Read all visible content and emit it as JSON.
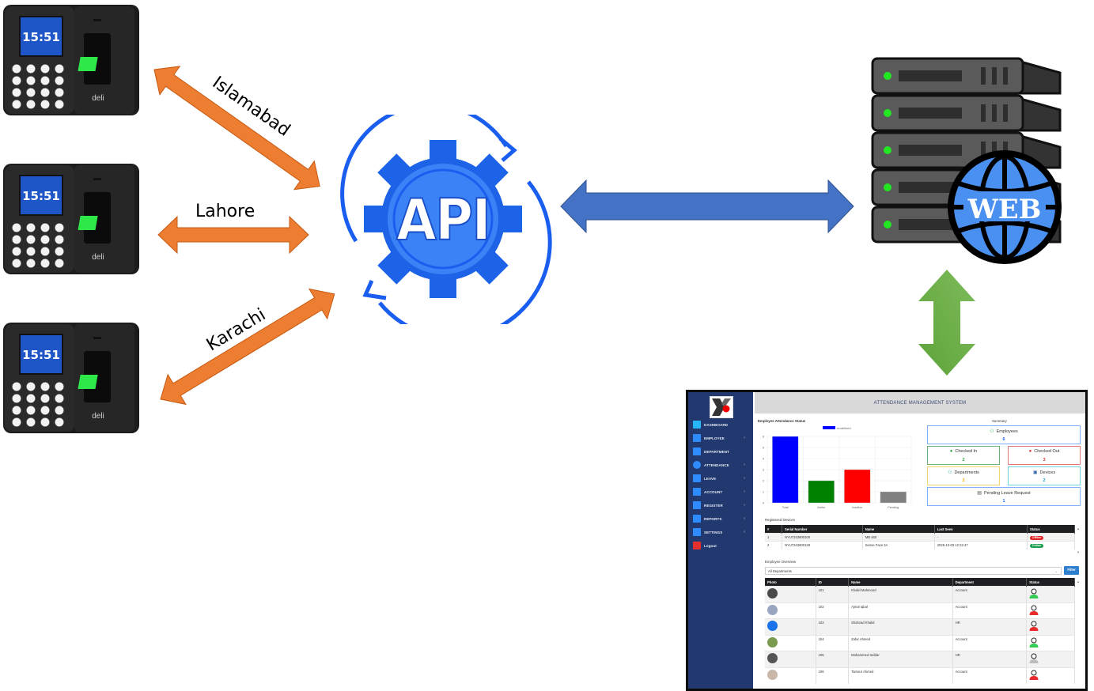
{
  "devices": [
    {
      "id": "islamabad",
      "time": "15:51",
      "brand": "deli"
    },
    {
      "id": "lahore",
      "time": "15:51",
      "brand": "deli"
    },
    {
      "id": "karachi",
      "time": "15:51",
      "brand": "deli"
    }
  ],
  "links": {
    "islamabad": "Islamabad",
    "lahore": "Lahore",
    "karachi": "Karachi"
  },
  "api": {
    "label": "API"
  },
  "server": {
    "label": "WEB"
  },
  "colors": {
    "orange_arrow": "#ed7d31",
    "blue_arrow": "#4472c4",
    "green_arrow": "#70ad47",
    "api_blue": "#1a5ef0",
    "sidebar": "#22396f"
  },
  "dashboard": {
    "title": "ATTENDANCE MANAGEMENT SYSTEM",
    "sidebar": [
      {
        "label": "DASHBOARD",
        "icon": "home-icon",
        "caret": false
      },
      {
        "label": "EMPLOYEE",
        "icon": "user-icon",
        "caret": true
      },
      {
        "label": "DEPARTMENT",
        "icon": "sitemap-icon",
        "caret": false
      },
      {
        "label": "ATTENDANCE",
        "icon": "clock-icon",
        "caret": true
      },
      {
        "label": "LEAVE",
        "icon": "calendar-icon",
        "caret": true
      },
      {
        "label": "ACCOUNT",
        "icon": "calculator-icon",
        "caret": true
      },
      {
        "label": "REGISTER",
        "icon": "edit-icon",
        "caret": true
      },
      {
        "label": "REPORTS",
        "icon": "report-icon",
        "caret": true
      },
      {
        "label": "SETTINGS",
        "icon": "gear-icon",
        "caret": true
      },
      {
        "label": "Logout",
        "icon": "logout-icon",
        "caret": false
      }
    ],
    "caret_glyph": "‹",
    "summary": {
      "title": "Summary",
      "employees": {
        "label": "Employees",
        "value": "6"
      },
      "checked_in": {
        "label": "Checked In",
        "value": "2"
      },
      "checked_out": {
        "label": "Checked Out",
        "value": "3"
      },
      "departments": {
        "label": "Departments",
        "value": "2"
      },
      "devices": {
        "label": "Devices",
        "value": "2"
      },
      "pending_leave": {
        "label": "Pending Leave Request",
        "value": "1"
      }
    },
    "devices_section": {
      "title": "Registered Devices",
      "headers": [
        "#",
        "Serial Number",
        "Name",
        "Last Seen",
        "Status"
      ],
      "rows": [
        {
          "num": "1",
          "serial": "NYU7243600100",
          "name": "MB 460",
          "last_seen": "-",
          "status": "Offline"
        },
        {
          "num": "2",
          "serial": "NYU7243600128",
          "name": "Sense Face 2A",
          "last_seen": "2025-10-03 12:22:47",
          "status": "Online"
        }
      ]
    },
    "employee_section": {
      "title": "Employee Overview",
      "dept_select": "All Departments",
      "filter_label": "Filter",
      "headers": [
        "Photo",
        "ID",
        "Name",
        "Department",
        "Status"
      ],
      "rows": [
        {
          "id": "101",
          "name": "Khalid Mahmood",
          "dept": "Account",
          "status": "in"
        },
        {
          "id": "102",
          "name": "Ajmal Iqbal",
          "dept": "Account",
          "status": "out"
        },
        {
          "id": "103",
          "name": "Shahzad Khalid",
          "dept": "HR",
          "status": "out"
        },
        {
          "id": "104",
          "name": "Zafar Ahmed",
          "dept": "Account",
          "status": "in"
        },
        {
          "id": "105",
          "name": "Mohammed Safdar",
          "dept": "HR",
          "status": "unknown"
        },
        {
          "id": "106",
          "name": "Tamour Ahmed",
          "dept": "Account",
          "status": "out"
        }
      ]
    }
  },
  "chart_data": {
    "type": "bar",
    "title": "Employee Attendance Status",
    "categories": [
      "Total",
      "Active",
      "Inactive",
      "Pending"
    ],
    "values": [
      6,
      2,
      3,
      1
    ],
    "colors": [
      "#0000ff",
      "#008000",
      "#ff0000",
      "#808080"
    ],
    "legend": [
      "undefined"
    ],
    "legend_position": "top",
    "ylim": [
      0,
      6
    ],
    "yticks": [
      "0",
      "1",
      "2",
      "3",
      "4",
      "5",
      "6"
    ],
    "grid": true,
    "xlabel": "",
    "ylabel": ""
  }
}
